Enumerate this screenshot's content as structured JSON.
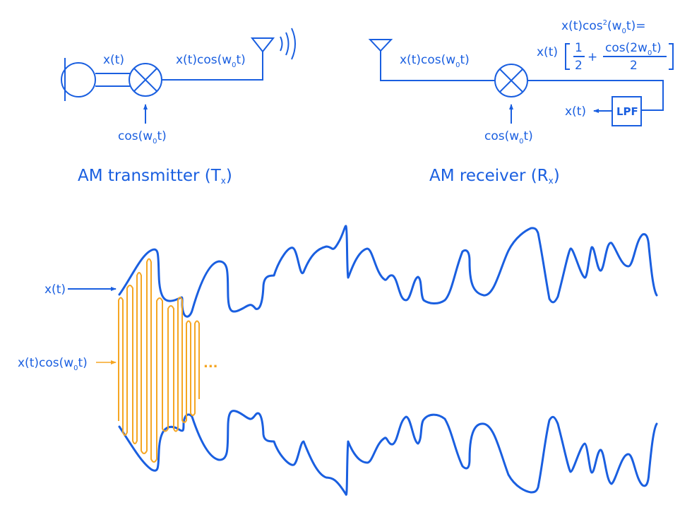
{
  "colors": {
    "signal": "#1a5fe0",
    "carrier": "#f5a623",
    "background": "#ffffff"
  },
  "transmitter": {
    "title_main": "AM transmitter (T",
    "title_sub": "x",
    "title_close": ")",
    "input_label": "x(t)",
    "output_label_pre": "x(t)cos(w",
    "output_label_sub": "0",
    "output_label_post": "t)",
    "carrier_label_pre": "cos(w",
    "carrier_label_sub": "0",
    "carrier_label_post": "t)",
    "icons": [
      "microphone-icon",
      "mixer-icon",
      "antenna-icon",
      "radio-waves-icon"
    ]
  },
  "receiver": {
    "title_main": "AM receiver (R",
    "title_sub": "x",
    "title_close": ")",
    "input_label_pre": "x(t)cos(w",
    "input_label_sub": "0",
    "input_label_post": "t)",
    "carrier_label_pre": "cos(w",
    "carrier_label_sub": "0",
    "carrier_label_post": "t)",
    "equation_line1_pre": "x(t)cos",
    "equation_line1_sup": "2",
    "equation_line1_mid": "(w",
    "equation_line1_sub": "0",
    "equation_line1_post": "t)=",
    "equation_line2_prefix": "x(t)",
    "fraction1_num": "1",
    "fraction1_den": "2",
    "plus": "+",
    "fraction2_num_pre": "cos(2w",
    "fraction2_num_sub": "0",
    "fraction2_num_post": "t)",
    "fraction2_den": "2",
    "filter_label": "LPF",
    "output_label": "x(t)",
    "icons": [
      "antenna-icon",
      "mixer-icon",
      "lowpass-filter-box",
      "output-arrow-icon"
    ]
  },
  "waveform": {
    "envelope_label": "x(t)",
    "modulated_label_pre": "x(t)cos(w",
    "modulated_label_sub": "0",
    "modulated_label_post": "t)",
    "ellipsis": "..."
  }
}
